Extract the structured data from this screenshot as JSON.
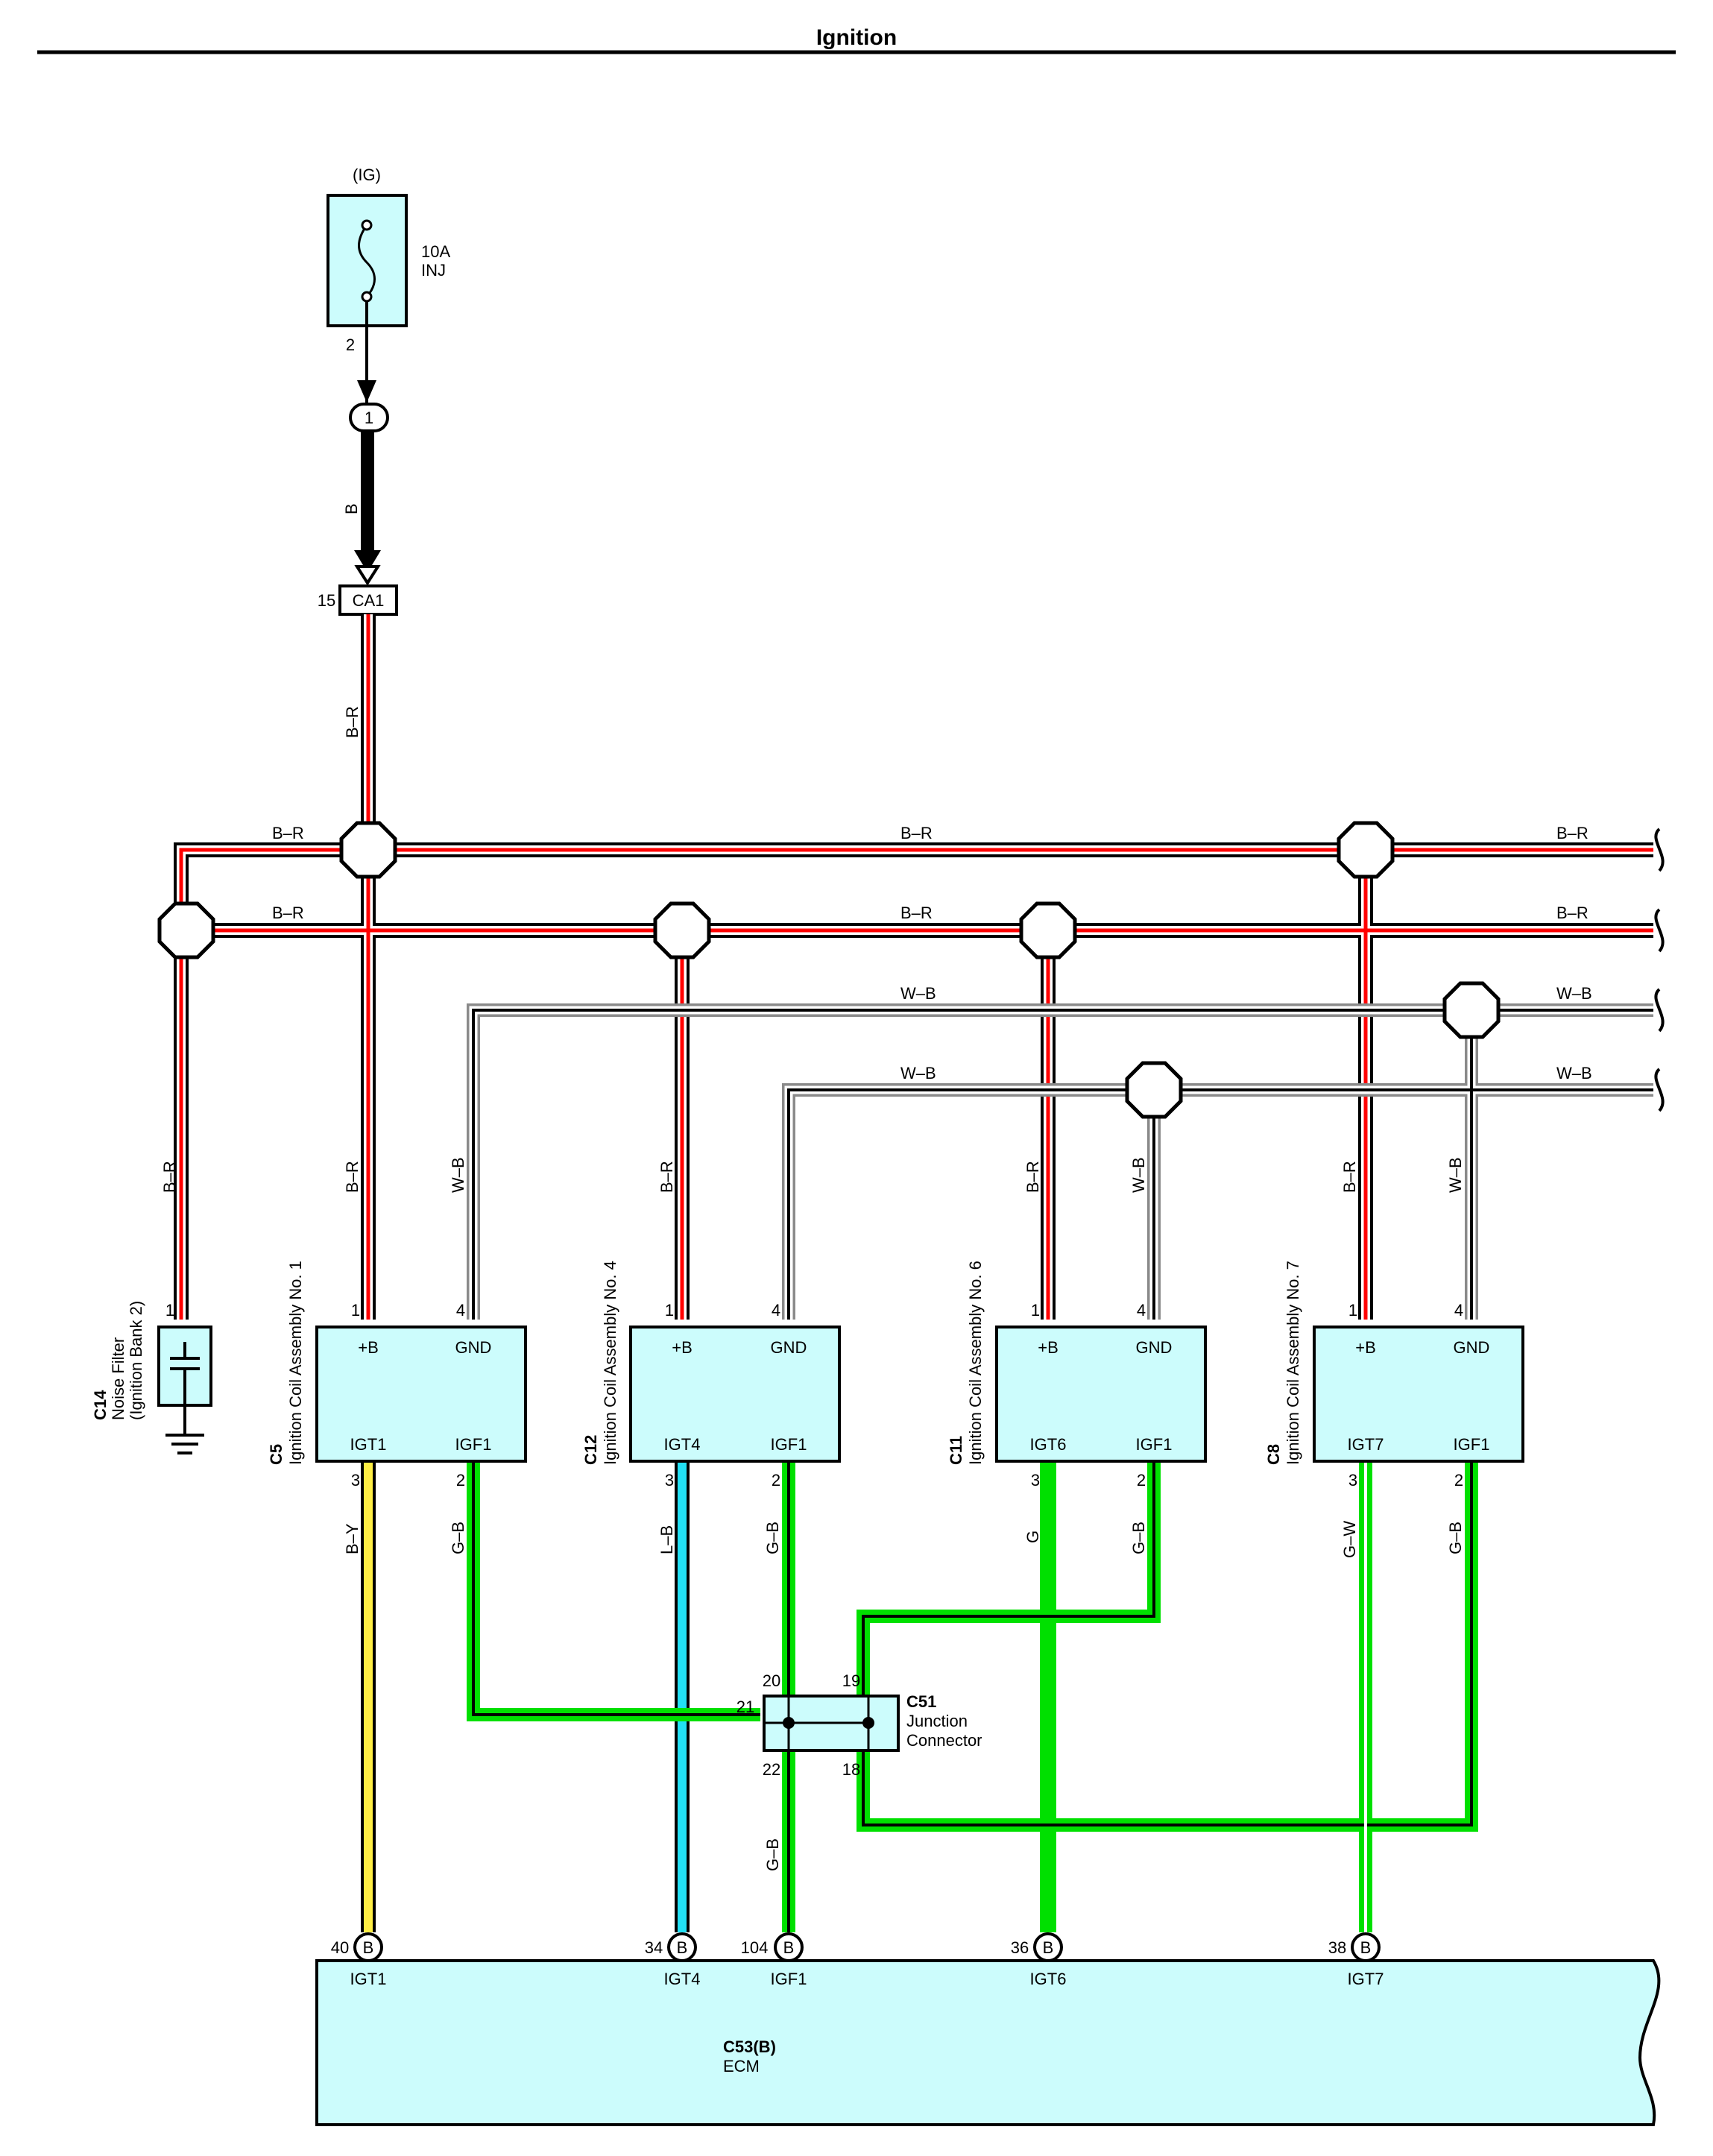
{
  "title": "Ignition",
  "fuse": {
    "source": "(IG)",
    "rating": "10A",
    "name": "INJ",
    "out_pin": "2",
    "inline_pin": "1",
    "wire_color": "B"
  },
  "splice_connector": {
    "pin": "15",
    "id": "CA1",
    "wire_color": "B–R"
  },
  "bus_labels": {
    "row1": [
      "B–R",
      "B–R",
      "B–R"
    ],
    "row2": [
      "B–R",
      "B–R",
      "B–R"
    ],
    "row3": [
      "W–B",
      "W–B"
    ],
    "row4": [
      "W–B",
      "W–B"
    ]
  },
  "noise_filter": {
    "id": "C14",
    "name": "Noise Filter",
    "sub": "(Ignition Bank 2)",
    "pin": "1",
    "wire_color": "B–R"
  },
  "coils": [
    {
      "id": "C5",
      "name": "Ignition Coil Assembly No. 1",
      "pins": {
        "b": "1",
        "gnd": "4",
        "igt": "3",
        "igf": "2"
      },
      "terms": {
        "b": "+B",
        "gnd": "GND",
        "igt": "IGT1",
        "igf": "IGF1"
      },
      "wires": {
        "b": "B–R",
        "gnd": "W–B",
        "igt": "B–Y",
        "igf": "G–B"
      }
    },
    {
      "id": "C12",
      "name": "Ignition Coil Assembly No. 4",
      "pins": {
        "b": "1",
        "gnd": "4",
        "igt": "3",
        "igf": "2"
      },
      "terms": {
        "b": "+B",
        "gnd": "GND",
        "igt": "IGT4",
        "igf": "IGF1"
      },
      "wires": {
        "b": "B–R",
        "gnd": "",
        "igt": "L–B",
        "igf": "G–B"
      }
    },
    {
      "id": "C11",
      "name": "Ignition Coil Assembly No. 6",
      "pins": {
        "b": "1",
        "gnd": "4",
        "igt": "3",
        "igf": "2"
      },
      "terms": {
        "b": "+B",
        "gnd": "GND",
        "igt": "IGT6",
        "igf": "IGF1"
      },
      "wires": {
        "b": "B–R",
        "gnd": "W–B",
        "igt": "G",
        "igf": "G–B"
      }
    },
    {
      "id": "C8",
      "name": "Ignition Coil Assembly No. 7",
      "pins": {
        "b": "1",
        "gnd": "4",
        "igt": "3",
        "igf": "2"
      },
      "terms": {
        "b": "+B",
        "gnd": "GND",
        "igt": "IGT7",
        "igf": "IGF1"
      },
      "wires": {
        "b": "B–R",
        "gnd": "W–B",
        "igt": "G–W",
        "igf": "G–B"
      }
    }
  ],
  "junction": {
    "id": "C51",
    "name1": "Junction",
    "name2": "Connector",
    "pins": {
      "p20": "20",
      "p19": "19",
      "p21": "21",
      "p22": "22",
      "p18": "18"
    },
    "out_wire": "G–B"
  },
  "ecm": {
    "id": "C53(B)",
    "name": "ECM",
    "connector": "B",
    "pins": [
      {
        "num": "40",
        "term": "IGT1"
      },
      {
        "num": "34",
        "term": "IGT4"
      },
      {
        "num": "104",
        "term": "IGF1"
      },
      {
        "num": "36",
        "term": "IGT6"
      },
      {
        "num": "38",
        "term": "IGT7"
      }
    ]
  },
  "colors": {
    "black": "#000000",
    "red": "#ff0000",
    "white_wire": "#ffffff",
    "gray_edge": "#8a8a8a",
    "green": "#00e000",
    "yellow": "#ffee44",
    "cyan": "#22e0f4",
    "fill_box": "#ccfcfc"
  }
}
